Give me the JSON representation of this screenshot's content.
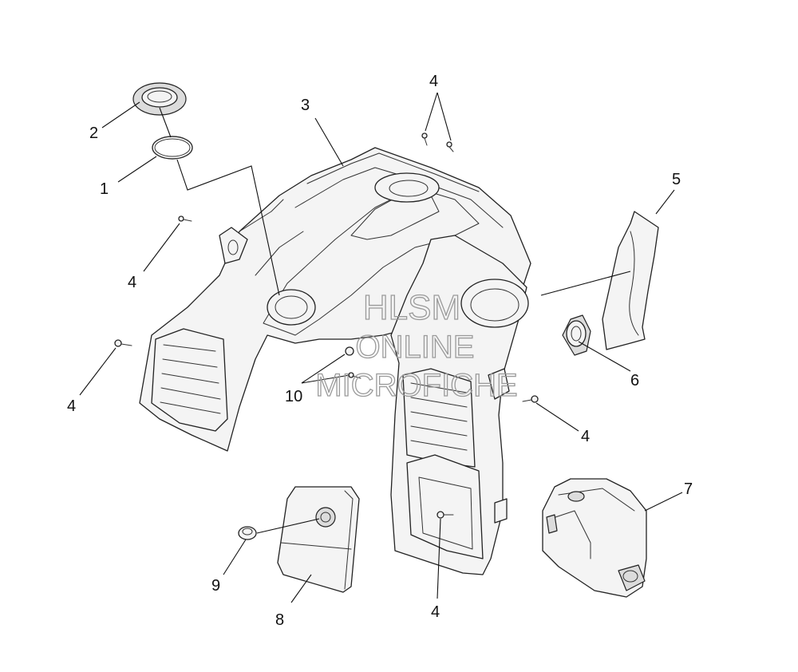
{
  "watermark": {
    "line1": "HLSM",
    "line2": "ONLINE",
    "line3": "MICROFICHE"
  },
  "callouts": [
    {
      "id": "c1",
      "label": "1"
    },
    {
      "id": "c2",
      "label": "2"
    },
    {
      "id": "c3",
      "label": "3"
    },
    {
      "id": "c4a",
      "label": "4"
    },
    {
      "id": "c4b",
      "label": "4"
    },
    {
      "id": "c4c",
      "label": "4"
    },
    {
      "id": "c4d",
      "label": "4"
    },
    {
      "id": "c4e",
      "label": "4"
    },
    {
      "id": "c5",
      "label": "5"
    },
    {
      "id": "c6",
      "label": "6"
    },
    {
      "id": "c7",
      "label": "7"
    },
    {
      "id": "c8",
      "label": "8"
    },
    {
      "id": "c9",
      "label": "9"
    },
    {
      "id": "c10",
      "label": "10"
    }
  ],
  "colors": {
    "line": "#222222",
    "fill": "#f4f4f4",
    "watermark": "#9a9a9a"
  }
}
